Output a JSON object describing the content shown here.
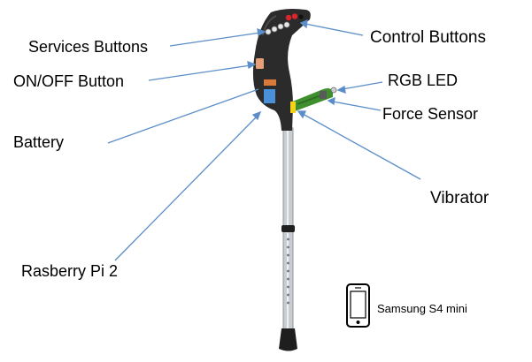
{
  "labels": {
    "services_buttons": "Services Buttons",
    "control_buttons": "Control Buttons",
    "on_off_button": "ON/OFF Button",
    "rgb_led": "RGB LED",
    "force_sensor": "Force Sensor",
    "battery": "Battery",
    "vibrator": "Vibrator",
    "raspberry_pi": "Rasberry Pi 2",
    "smartphone": "Samsung S4 mini"
  },
  "colors": {
    "pointer_line": "#5b8ec8",
    "body": "#2b2b2b",
    "tube": "#c9cdd2",
    "handle_green": "#3f8f2e",
    "led_yellow": "#f2d21b",
    "raspberry_pi_blue": "#4a90d9",
    "battery_orange": "#d9793a",
    "control_button_red": "#d8262a"
  }
}
